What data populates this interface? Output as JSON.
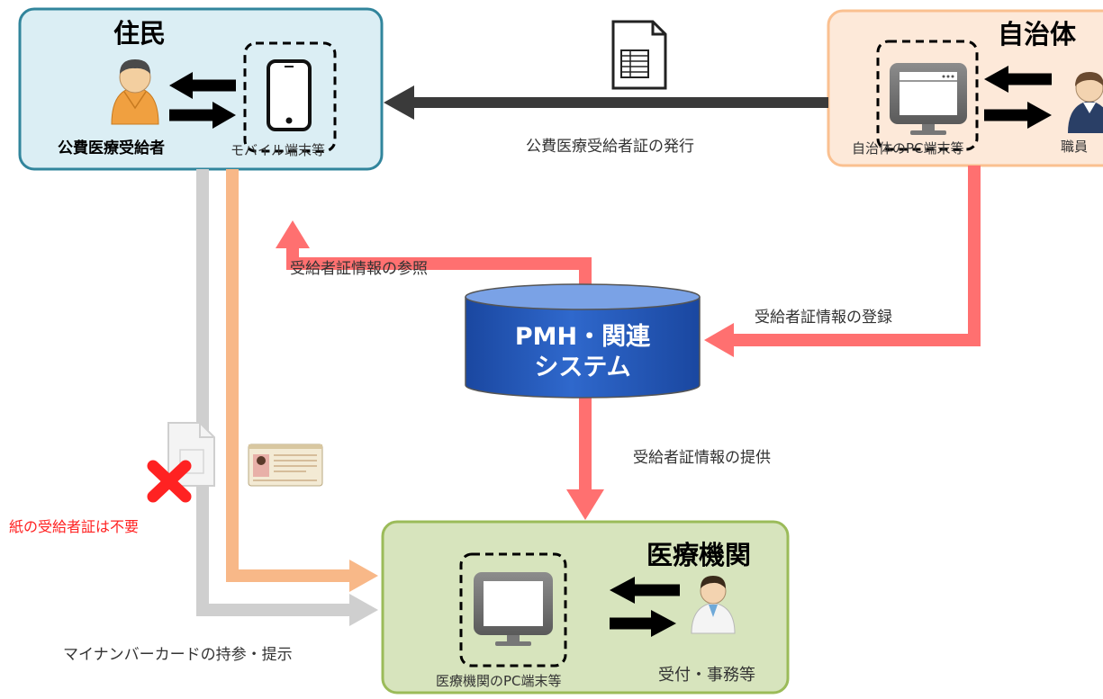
{
  "resident": {
    "title": "住民",
    "person_label": "公費医療受給者",
    "device_label": "モバイル端末等"
  },
  "municipality": {
    "title": "自治体",
    "device_label": "自治体のPC端末等",
    "staff_label": "職員"
  },
  "medical": {
    "title": "医療機関",
    "device_label": "医療機関のPC端末等",
    "staff_label": "受付・事務等"
  },
  "database": {
    "line1": "PMH・関連",
    "line2": "システム"
  },
  "flows": {
    "issue": "公費医療受給者証の発行",
    "reference": "受給者証情報の参照",
    "register": "受給者証情報の登録",
    "provide": "受給者証情報の提供",
    "present_card": "マイナンバーカードの持参・提示",
    "paper_not_needed": "紙の受給者証は不要"
  },
  "colors": {
    "resident_fill": "#dbeef4",
    "resident_border": "#31859c",
    "municipality_fill": "#fde9d9",
    "municipality_border": "#fac090",
    "medical_fill": "#d7e4bd",
    "medical_border": "#9bbb59",
    "db_fill": "#2357b8",
    "pink_arrow": "#ff7070",
    "orange_arrow": "#f8b888",
    "gray_arrow": "#cfcfcf",
    "black_arrow": "#3a3a3a",
    "red_x": "#ff2222"
  },
  "icons": [
    "person-icon",
    "smartphone-icon",
    "document-icon",
    "monitor-icon",
    "staff-woman-icon",
    "doctor-icon",
    "my-number-card-icon",
    "cross-icon"
  ]
}
